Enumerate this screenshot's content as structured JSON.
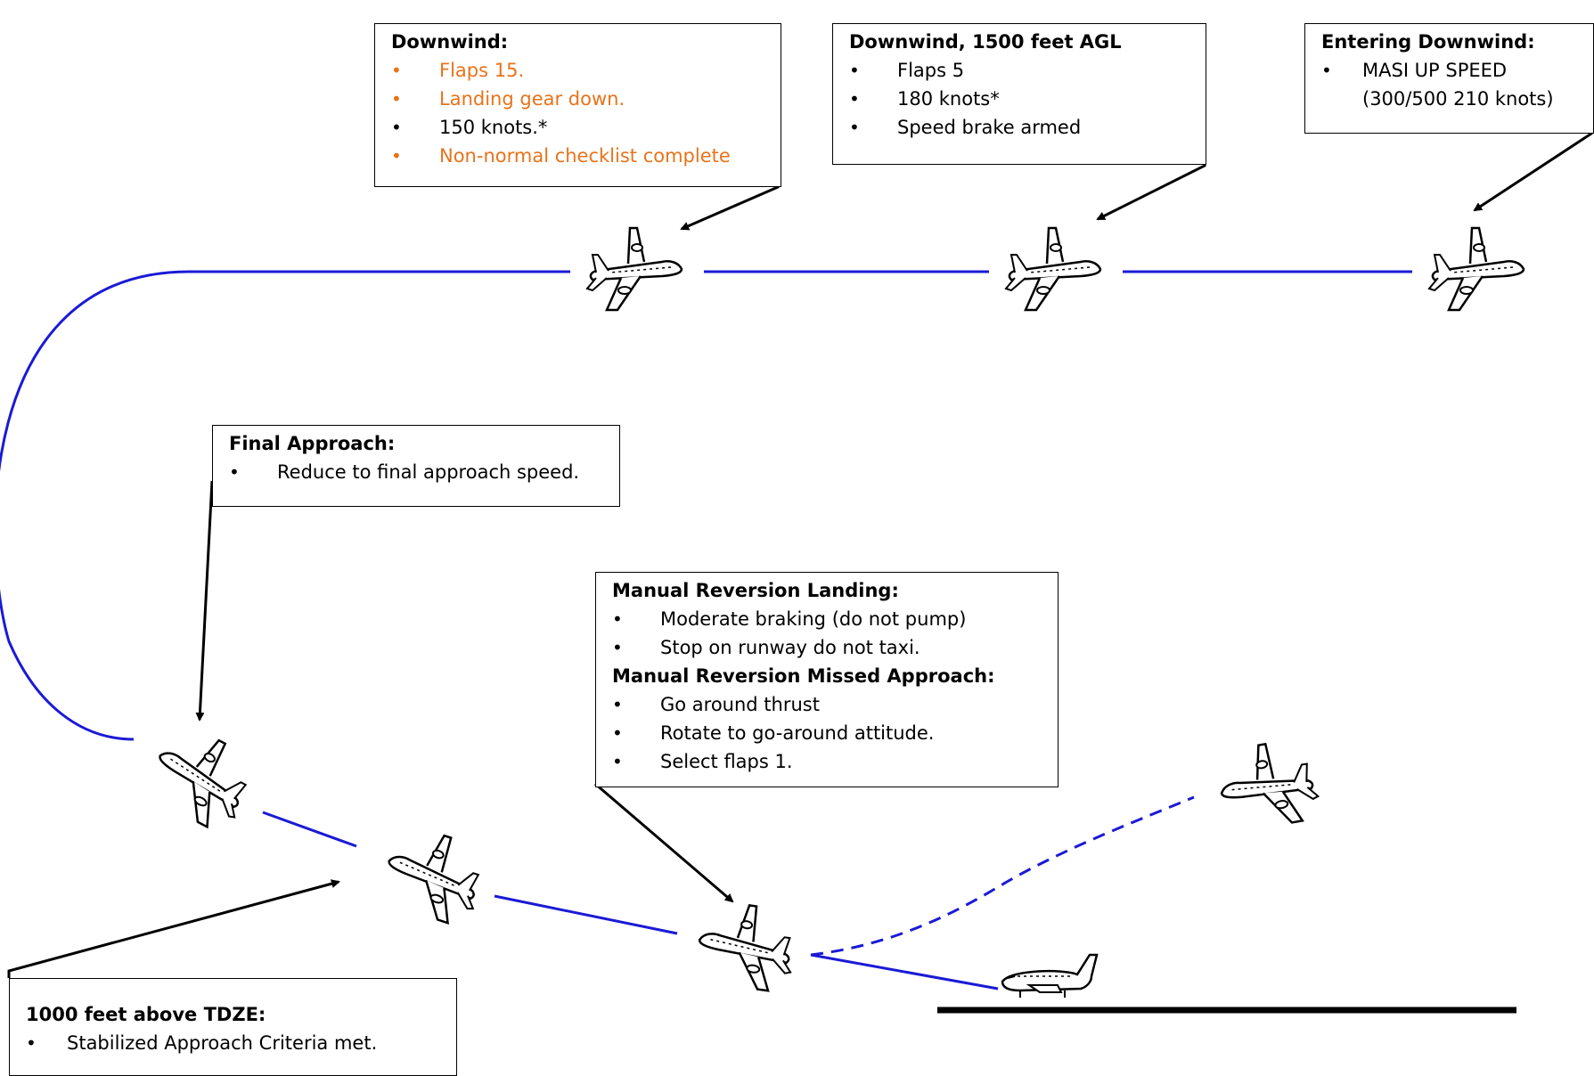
{
  "boxes": {
    "downwind_15": {
      "title": "Downwind:",
      "items": [
        {
          "text": "Flaps 15.",
          "highlight": true
        },
        {
          "text": "Landing gear down.",
          "highlight": true
        },
        {
          "text": "150 knots.*",
          "highlight": false
        },
        {
          "text": "Non-normal checklist complete",
          "highlight": true
        }
      ]
    },
    "downwind_1500": {
      "title": "Downwind, 1500 feet AGL",
      "items": [
        "Flaps 5",
        "180 knots*",
        "Speed brake armed"
      ]
    },
    "entering_downwind": {
      "title": "Entering Downwind:",
      "items": [
        "MASI UP SPEED",
        "(300/500 210 knots)"
      ]
    },
    "final_approach": {
      "title": "Final Approach:",
      "items": [
        "Reduce to final approach speed."
      ]
    },
    "manual_reversion": {
      "landing_title": "Manual Reversion Landing:",
      "landing_items": [
        "Moderate braking (do not pump)",
        "Stop on runway do not taxi."
      ],
      "missed_title": "Manual Reversion Missed Approach:",
      "missed_items": [
        "Go around thrust",
        "Rotate to go-around attitude.",
        "Select flaps 1."
      ]
    },
    "thousand_feet": {
      "title": "1000 feet above TDZE:",
      "items": [
        "Stabilized Approach Criteria met."
      ]
    }
  },
  "colors": {
    "flight_path": "#1a1ad6",
    "highlight_text": "#e8731a",
    "runway": "#000000"
  },
  "icons": [
    "airplane-icon",
    "runway-icon"
  ]
}
